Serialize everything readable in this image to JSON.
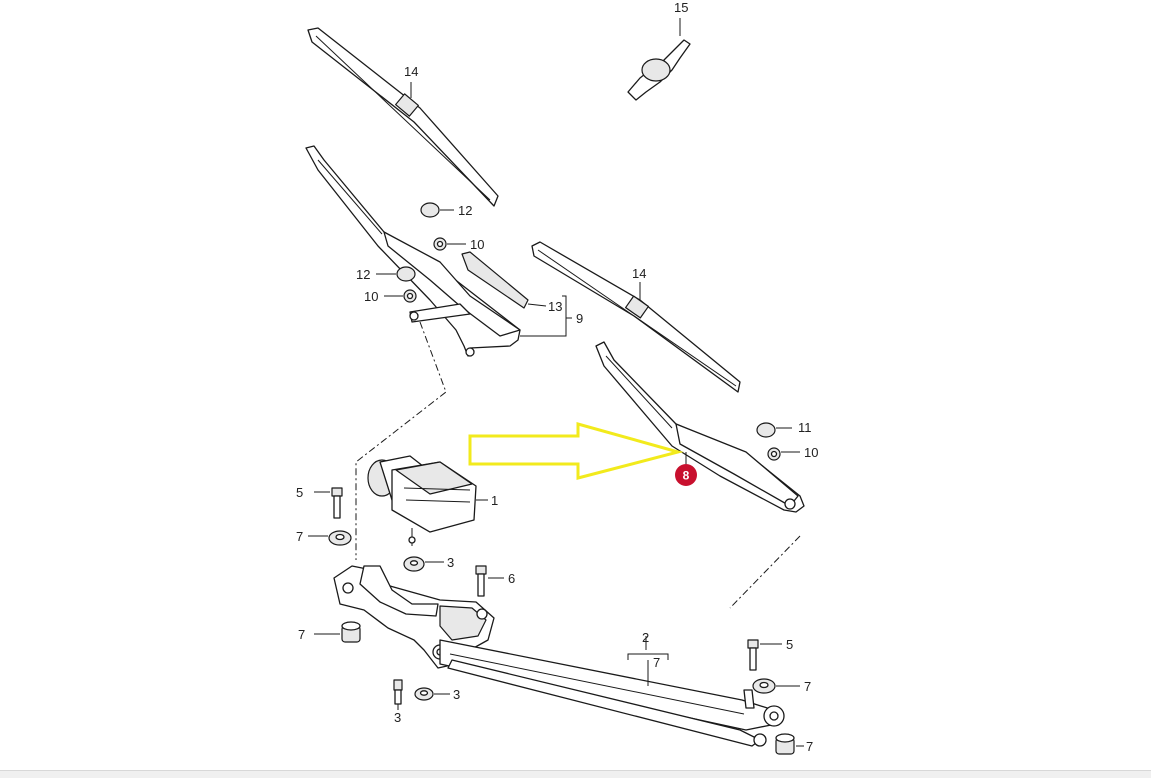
{
  "diagram": {
    "callouts": {
      "c15": "15",
      "c14_left": "14",
      "c12_top": "12",
      "c10_top": "10",
      "c12_mid": "12",
      "c10_mid": "10",
      "c13": "13",
      "c9": "9",
      "c14_right": "14",
      "c11": "11",
      "c10_right": "10",
      "c5_left": "5",
      "c1": "1",
      "c7_upper_left": "7",
      "c3_mid": "3",
      "c6": "6",
      "c7_lower_left": "7",
      "c2": "2",
      "c7_bracket": "7",
      "c5_right": "5",
      "c7_right_upper": "7",
      "c3_bottom_right": "3",
      "c3_bottom": "3",
      "c7_right_lower": "7"
    },
    "highlight": {
      "badge_label": "8",
      "badge_color": "#c8102e",
      "arrow_color": "#f2ea1c"
    }
  }
}
